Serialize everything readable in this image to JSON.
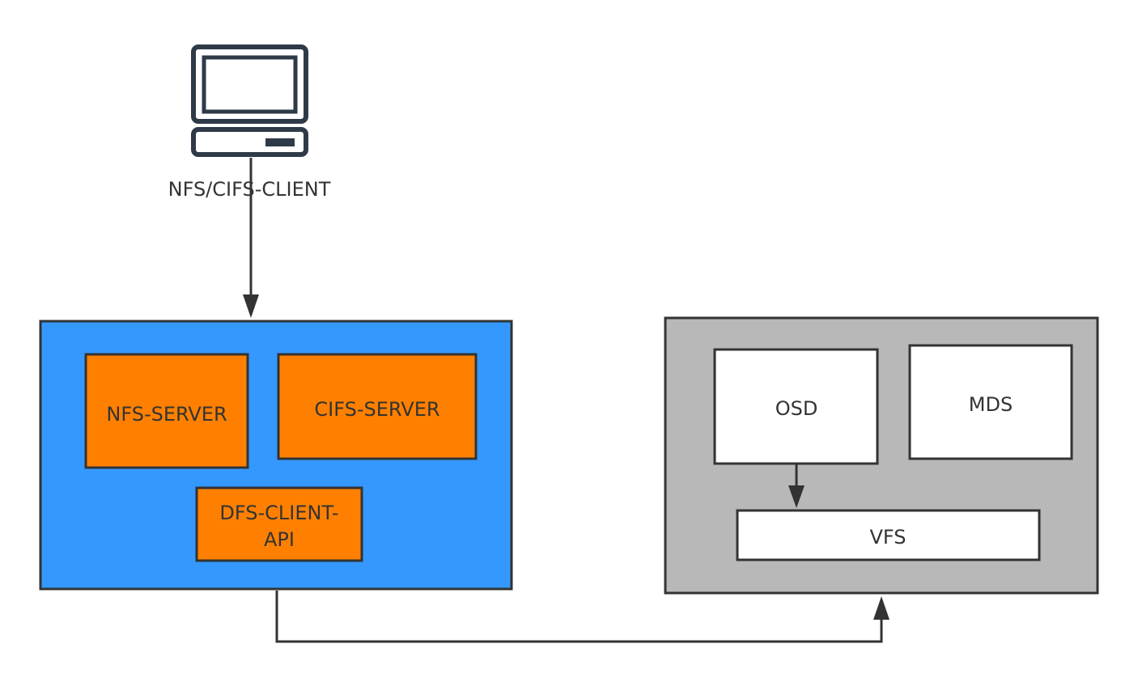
{
  "diagram": {
    "nodes": {
      "client_label": "NFS/CIFS-CLIENT",
      "nfs_server": "NFS-SERVER",
      "cifs_server": "CIFS-SERVER",
      "dfs_client_api_line1": "DFS-CLIENT-",
      "dfs_client_api_line2": "API",
      "osd": "OSD",
      "mds": "MDS",
      "vfs": "VFS"
    },
    "colors": {
      "gateway_fill": "#3598fe",
      "server_fill": "#ff8000",
      "storage_fill": "#b8b8b8",
      "box_fill": "#ffffff",
      "stroke": "#333333"
    },
    "icons": {
      "client": "computer-icon"
    },
    "edges": [
      {
        "from": "client",
        "to": "gateway-container"
      },
      {
        "from": "gateway-container",
        "to": "storage-container"
      },
      {
        "from": "osd",
        "to": "vfs"
      }
    ]
  }
}
